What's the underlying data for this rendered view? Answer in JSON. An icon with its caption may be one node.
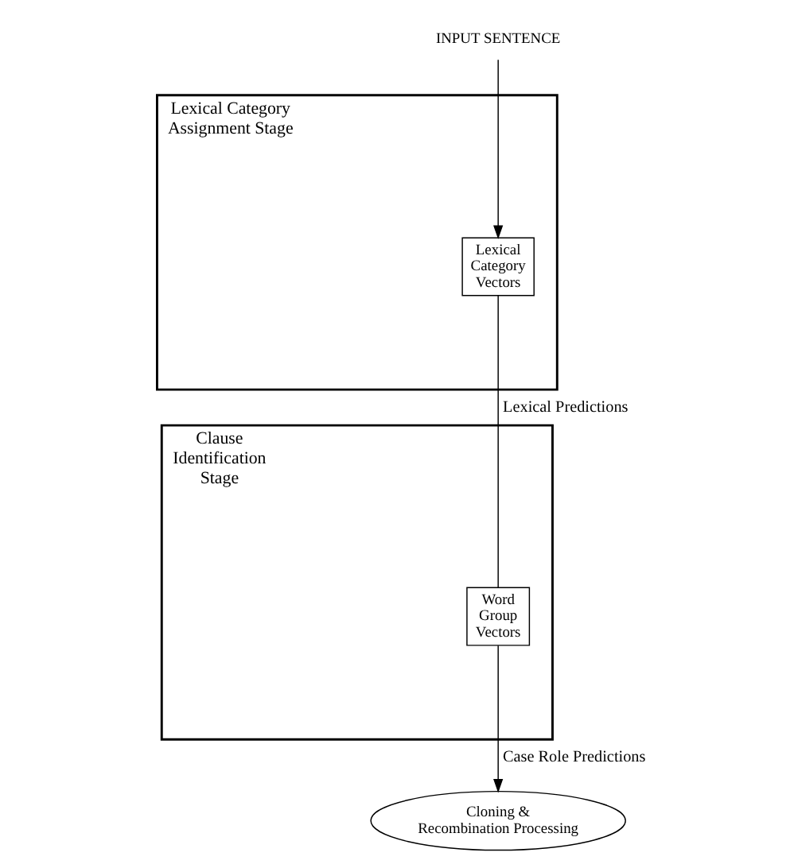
{
  "diagram": {
    "nodes": [
      {
        "text": [
          "INPUT SENTENCE"
        ]
      },
      {
        "text": [
          "Lexical Category Assignment Stage"
        ]
      },
      {
        "text": [
          "Lexical Category Vectors"
        ],
        "in": 1
      },
      {
        "text": [
          "Clause Identification Stage"
        ]
      },
      {
        "text": [
          "Word Group Vectors"
        ],
        "in": 3
      },
      {
        "text": [
          "Cloning & Recombination Processing"
        ]
      }
    ],
    "edges": [
      {
        "from": 0,
        "to": 2,
        "arrow": "to"
      },
      {
        "from": 2,
        "to": 4,
        "arrow": "none",
        "label": "Lexical Predictions"
      },
      {
        "from": 4,
        "to": 5,
        "arrow": "to",
        "label": "Case Role Predictions"
      }
    ]
  }
}
